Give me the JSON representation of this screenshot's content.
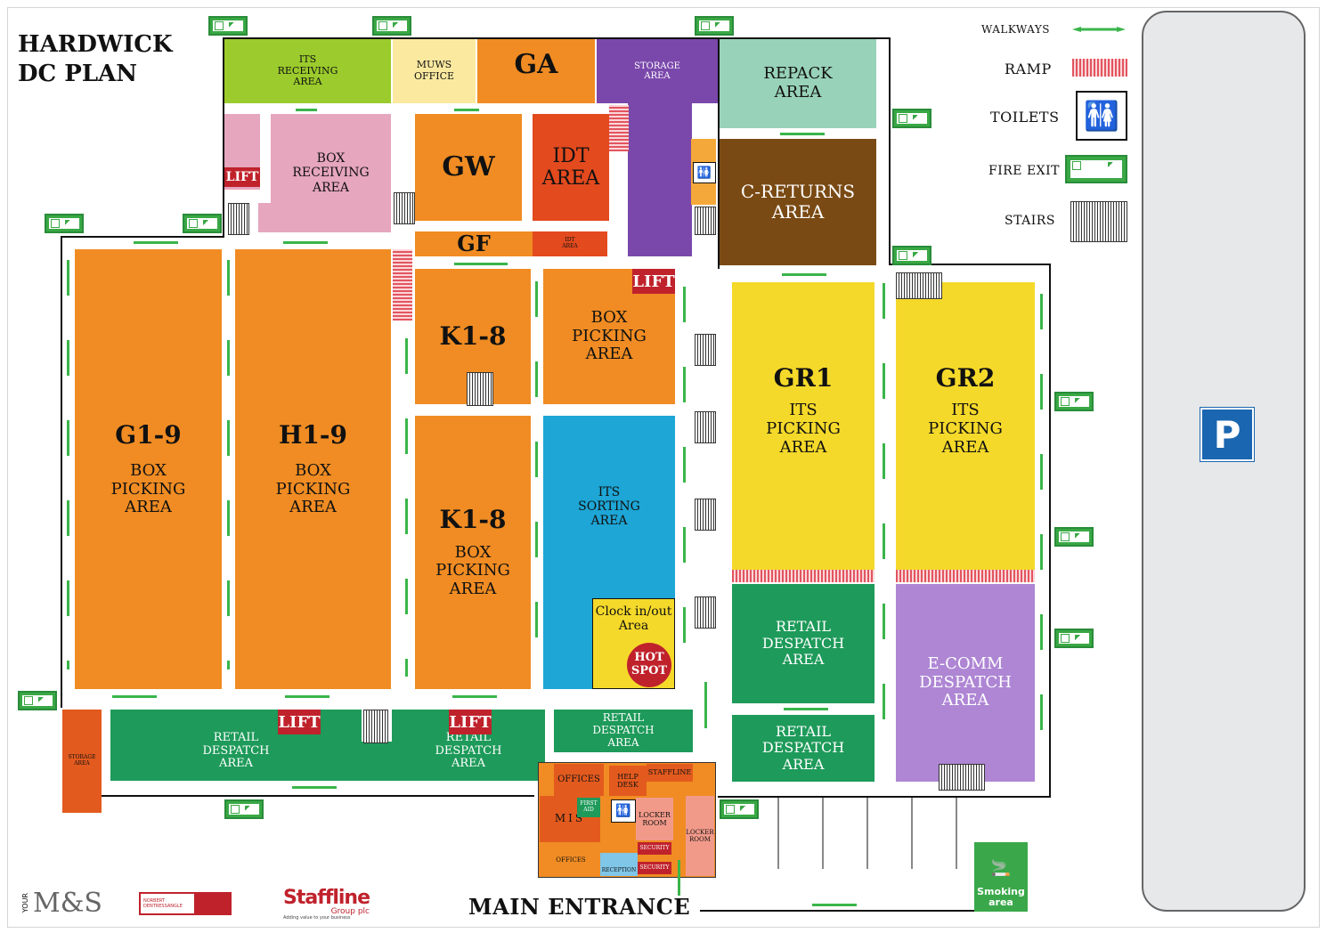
{
  "title": {
    "line1": "HARDWICK",
    "line2": "DC PLAN"
  },
  "main_entrance": "MAIN ENTRANCE",
  "legend": {
    "walkways": "WALKWAYS",
    "ramp": "RAMP",
    "toilets": "TOILETS",
    "fire_exit": "FIRE EXIT",
    "stairs": "STAIRS"
  },
  "areas": {
    "its_receiving": [
      "ITS",
      "RECEIVING",
      "AREA"
    ],
    "muws_office": [
      "MUWS",
      "OFFICE"
    ],
    "ga": "GA",
    "storage_top": [
      "STORAGE",
      "AREA"
    ],
    "repack": [
      "REPACK",
      "AREA"
    ],
    "box_receiving": [
      "BOX",
      "RECEIVING",
      "AREA"
    ],
    "gw": "GW",
    "idt": [
      "IDT",
      "AREA"
    ],
    "c_returns": [
      "C-RETURNS",
      "AREA"
    ],
    "gf": "GF",
    "idt_small": [
      "IDT",
      "AREA"
    ],
    "g19": {
      "code": "G1-9",
      "lines": [
        "BOX",
        "PICKING",
        "AREA"
      ]
    },
    "h19": {
      "code": "H1-9",
      "lines": [
        "BOX",
        "PICKING",
        "AREA"
      ]
    },
    "k18_top": "K1-8",
    "box_picking_mid": [
      "BOX",
      "PICKING",
      "AREA"
    ],
    "k18_bottom": {
      "code": "K1-8",
      "lines": [
        "BOX",
        "PICKING",
        "AREA"
      ]
    },
    "its_sorting": [
      "ITS",
      "SORTING",
      "AREA"
    ],
    "clock": [
      "Clock in/out",
      "Area"
    ],
    "hot_spot": [
      "HOT",
      "SPOT"
    ],
    "gr1": {
      "code": "GR1",
      "lines": [
        "ITS",
        "PICKING",
        "AREA"
      ]
    },
    "gr2": {
      "code": "GR2",
      "lines": [
        "ITS",
        "PICKING",
        "AREA"
      ]
    },
    "retail_despatch_right1": [
      "RETAIL",
      "DESPATCH",
      "AREA"
    ],
    "retail_despatch_right2": [
      "RETAIL",
      "DESPATCH",
      "AREA"
    ],
    "ecomm": [
      "E-COMM",
      "DESPATCH",
      "AREA"
    ],
    "storage_left": [
      "STORAGE",
      "AREA"
    ],
    "retail_despatch_left": [
      "RETAIL",
      "DESPATCH",
      "AREA"
    ],
    "retail_despatch_center": [
      "RETAIL",
      "DESPATCH",
      "AREA"
    ],
    "retail_despatch_small": [
      "RETAIL",
      "DESPATCH",
      "AREA"
    ],
    "offices": "OFFICES",
    "help_desk": [
      "HELP",
      "DESK"
    ],
    "staffline": "STAFFLINE",
    "first_aid": [
      "FIRST",
      "AID"
    ],
    "mis": "MIS",
    "locker_room1": [
      "LOCKER",
      "ROOM"
    ],
    "locker_room2": [
      "LOCKER",
      "ROOM"
    ],
    "security1": "SECURITY",
    "security2": "SECURITY",
    "offices_bottom": "OFFICES",
    "reception": "RECEPTION"
  },
  "lift": "LIFT",
  "parking": "P",
  "smoking": [
    "Smoking",
    "area"
  ],
  "logos": {
    "ms_your": "YOUR",
    "ms": "M&S",
    "norbert_top": "NORBERT",
    "norbert_bottom": "DENTRESSANGLE",
    "staffline": "Staffline",
    "staffline_sub": "Group plc",
    "staffline_tag": "Adding value to your business"
  },
  "colors": {
    "orange": "#f08c23",
    "green": "#1e9a5a",
    "yellow": "#f5d92a",
    "purple": "#7a48ab",
    "lilac": "#ae86d4",
    "blue": "#1da6d6",
    "brown": "#7a4a14",
    "lime": "#9bcb2c",
    "mint": "#98d2b8",
    "pink": "#e6a6bd",
    "red_orange": "#e34a1e",
    "lift_red": "#c0222c"
  }
}
